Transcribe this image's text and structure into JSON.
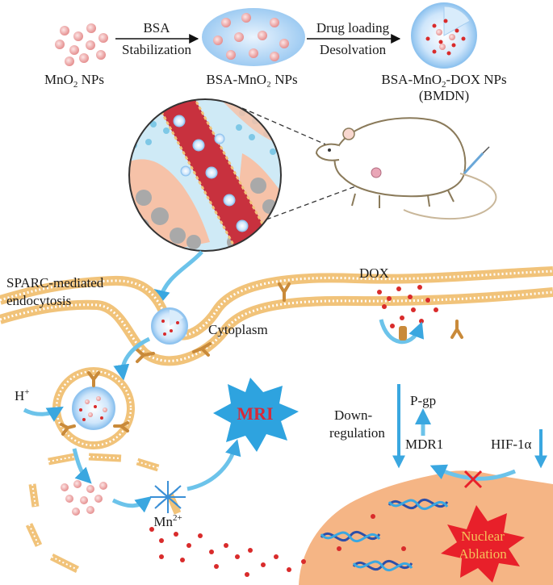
{
  "top": {
    "mno2": {
      "main": "MnO",
      "sub": "2",
      "tail": " NPs"
    },
    "arrow1": {
      "top": "BSA",
      "bottom": "Stabilization"
    },
    "bsa_mno2": "BSA-MnO₂ NPs",
    "arrow2": {
      "top": "Drug loading",
      "bottom": "Desolvation"
    },
    "bmdn": {
      "pre": "BSA-MnO",
      "sub": "2",
      "post": "-DOX NPs",
      "abbr": "(BMDN)"
    }
  },
  "labels": {
    "sparc_line1": "SPARC-mediated",
    "sparc_line2": "endocytosis",
    "cytoplasm": "Cytoplasm",
    "dox": "DOX",
    "h_plus": "H",
    "h_plus_sup": "+",
    "mri": "MRI",
    "mn": "Mn",
    "mn_sup": "2+",
    "pgp": "P-gp",
    "down_line1": "Down-",
    "down_line2": "regulation",
    "mdr1": "MDR1",
    "hif": "HIF-1α",
    "nuclear_line1": "Nuclear",
    "nuclear_line2": "Ablation"
  },
  "colors": {
    "vessel": "#c8313e",
    "tissue": "#f6c2a8",
    "membrane": "#f1c37a",
    "nucleus": "#f5b585",
    "arrow": "#6cc3ea",
    "dox": "#d92b2b",
    "mri_fill": "#2ea3df",
    "nuclear_fill": "#e8202a",
    "receptor": "#c98a3a"
  }
}
